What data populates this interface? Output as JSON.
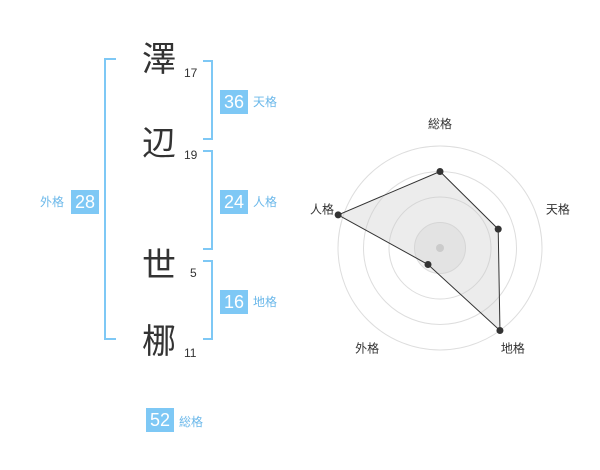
{
  "name": {
    "chars": [
      {
        "char": "澤",
        "strokes": "17"
      },
      {
        "char": "辺",
        "strokes": "19"
      },
      {
        "char": "世",
        "strokes": "5"
      },
      {
        "char": "梛",
        "strokes": "11"
      }
    ]
  },
  "fortunes": {
    "tenkaku": {
      "value": "36",
      "label": "天格"
    },
    "jinkaku": {
      "value": "24",
      "label": "人格"
    },
    "chikaku": {
      "value": "16",
      "label": "地格"
    },
    "gaikaku": {
      "value": "28",
      "label": "外格"
    },
    "soukaku": {
      "value": "52",
      "label": "総格"
    }
  },
  "colors": {
    "accent": "#7ec8f5",
    "label": "#6bb8ea",
    "text": "#333333"
  },
  "chart_data": {
    "type": "radar",
    "axes": [
      "総格",
      "天格",
      "地格",
      "外格",
      "人格"
    ],
    "values": [
      0.75,
      0.6,
      1.0,
      0.2,
      1.05
    ],
    "rings": 4,
    "max": 1
  }
}
